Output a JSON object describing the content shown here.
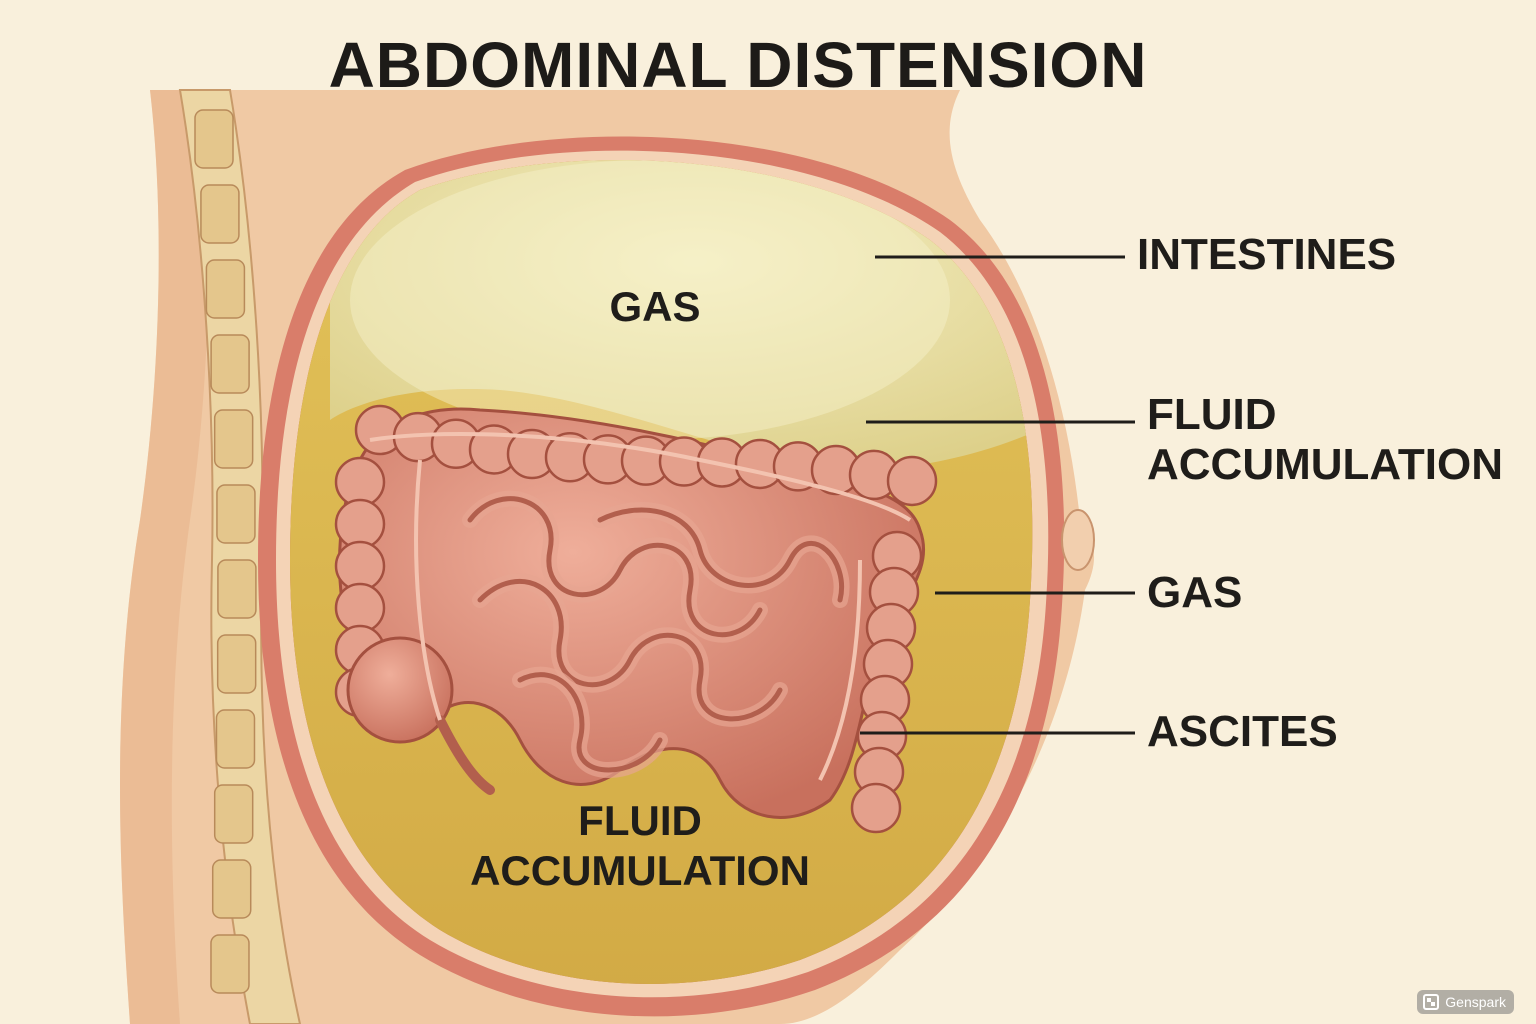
{
  "title": "ABDOMINAL DISTENSION",
  "inner_labels": {
    "gas": "GAS",
    "fluid_line1": "FLUID",
    "fluid_line2": "ACCUMULATION"
  },
  "callouts": [
    {
      "id": "intestines",
      "lines": [
        "INTESTINES"
      ]
    },
    {
      "id": "fluid",
      "lines": [
        "FLUID",
        "ACCUMULATION"
      ]
    },
    {
      "id": "gas",
      "lines": [
        "GAS"
      ]
    },
    {
      "id": "ascites",
      "lines": [
        "ASCITES"
      ]
    }
  ],
  "watermark": {
    "text": "Genspark",
    "icon": "genspark-logo-icon"
  },
  "colors": {
    "background": "#f9f0dc",
    "skin": "#f0c9a4",
    "muscle": "#d97d6a",
    "gas": "#ebe3a8",
    "fluid": "#d9b84e",
    "intestine": "#dc8e7a"
  }
}
